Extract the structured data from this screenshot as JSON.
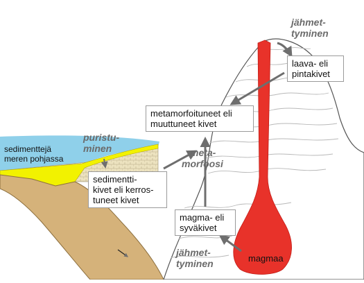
{
  "colors": {
    "sea": "#8fd0ea",
    "sediment": "#f2f200",
    "rock_layers": "#ece2bf",
    "plate": "#d5b27a",
    "magma": "#e8322a",
    "mountain": "#ffffff",
    "arrow": "#6e6e6e",
    "process_text": "#6b6b6b"
  },
  "labels": {
    "sea_sediments": [
      "sedimenttejä",
      "meren pohjassa"
    ],
    "compaction": [
      "puristu-",
      "minen"
    ],
    "sedimentary_rocks": [
      "sedimentti-",
      "kivet eli kerros-",
      "tuneet kivet"
    ],
    "metamorphism": [
      "meta-",
      "morfoosi"
    ],
    "metamorphic_rocks": [
      "metamorfoituneet eli",
      "muuttuneet kivet"
    ],
    "volcanic_rocks": [
      "laava- eli",
      "pintakivet"
    ],
    "plutonic_rocks": [
      "magma- eli",
      "syväkivet"
    ],
    "magma": "magmaa",
    "solidification_top": [
      "jähmet-",
      "tyminen"
    ],
    "solidification_bottom": [
      "jähmet-",
      "tyminen"
    ]
  }
}
